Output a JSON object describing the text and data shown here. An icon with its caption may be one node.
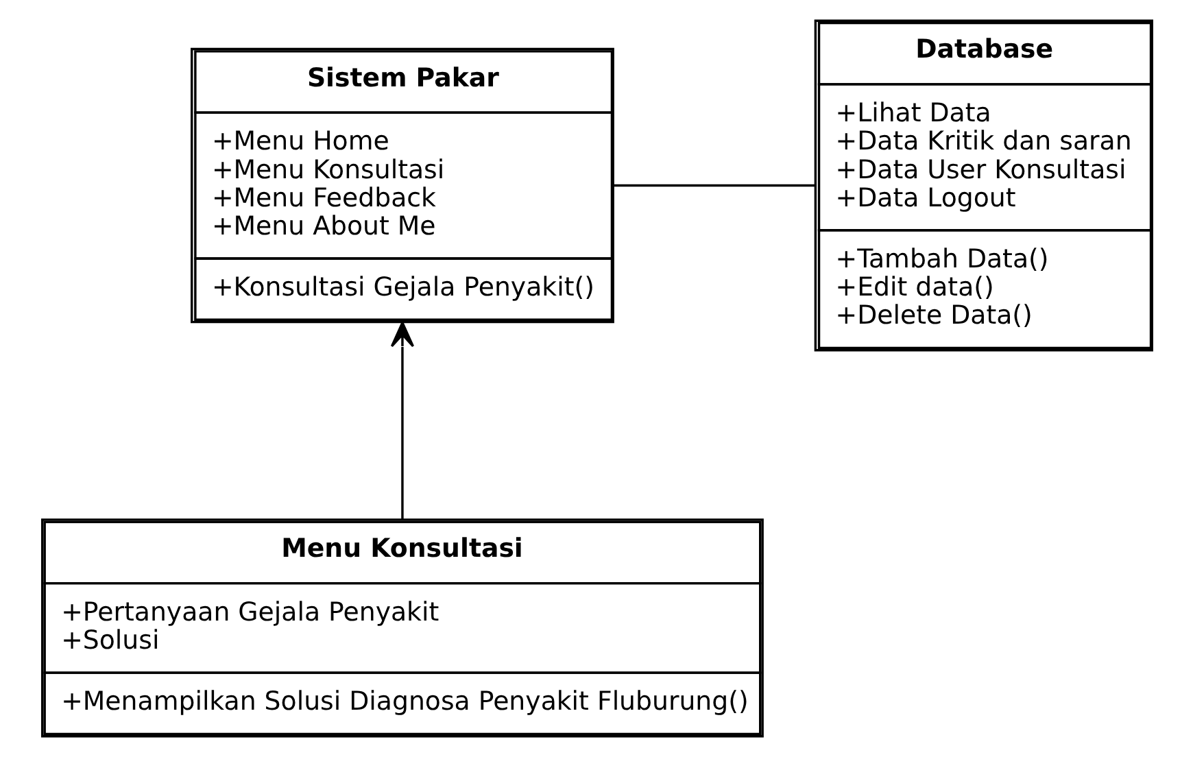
{
  "diagram": {
    "nodes": [
      {
        "text": [
          "Sistem Pakar",
          "+Menu Home",
          "+Menu Konsultasi",
          "+Menu Feedback",
          "+Menu About Me",
          "+Konsultasi Gejala Penyakit()"
        ]
      },
      {
        "text": [
          "Database",
          "+Lihat Data",
          "+Data Kritik dan saran",
          "+Data User Konsultasi",
          "+Data Logout",
          "+Tambah Data()",
          "+Edit data()",
          "+Delete Data()"
        ]
      },
      {
        "text": [
          "Menu Konsultasi",
          "+Pertanyaan Gejala Penyakit",
          "+Solusi",
          "+Menampilkan Solusi Diagnosa Penyakit Fluburung()"
        ]
      }
    ],
    "edges": [
      {
        "from": 0,
        "to": 1,
        "arrow": "none"
      },
      {
        "from": 2,
        "to": 0,
        "arrow": "to"
      }
    ]
  }
}
